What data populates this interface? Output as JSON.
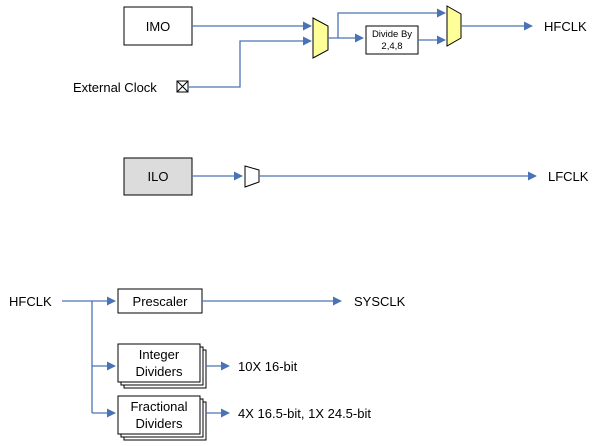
{
  "clock_sources": {
    "imo": "IMO",
    "external_clock": "External Clock",
    "divider_title": "Divide By",
    "divider_values": "2,4,8",
    "hfclk_out": "HFCLK",
    "ilo": "ILO",
    "lfclk_out": "LFCLK"
  },
  "clock_tree": {
    "hfclk_in": "HFCLK",
    "prescaler": "Prescaler",
    "sysclk_out": "SYSCLK",
    "integer_dividers": [
      "Integer",
      "Dividers"
    ],
    "integer_output": "10X 16-bit",
    "fractional_dividers": [
      "Fractional",
      "Dividers"
    ],
    "fractional_output": "4X 16.5-bit, 1X 24.5-bit"
  },
  "colors": {
    "wire": "#4a73b5",
    "mux_fill": "#ffff99",
    "ilo_fill": "#dcdcdc",
    "box_fill": "#ffffff"
  },
  "icons": {
    "external_clock_pin": "boxed-x-pin-icon",
    "arrowhead": "filled-triangle-arrow-icon"
  }
}
